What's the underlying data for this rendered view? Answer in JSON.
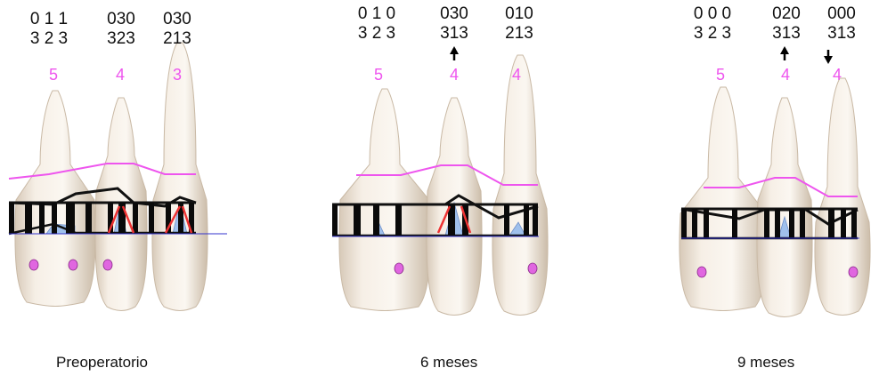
{
  "panels": [
    {
      "caption": "Preoperatorio",
      "codes_top": [
        "0 1 1",
        "030",
        "030"
      ],
      "codes_bottom": [
        "3 2 3",
        "323",
        "213"
      ],
      "tooth_numbers": [
        "5",
        "4",
        "3"
      ],
      "arrows": [
        "none",
        "none",
        "none"
      ]
    },
    {
      "caption": "6 meses",
      "codes_top": [
        "0 1 0",
        "030",
        "010"
      ],
      "codes_bottom": [
        "3 2 3",
        "313",
        "213"
      ],
      "tooth_numbers": [
        "5",
        "4",
        "4"
      ],
      "arrows": [
        "none",
        "up",
        "none"
      ]
    },
    {
      "caption": "9 meses",
      "codes_top": [
        "0 0 0",
        "020",
        "000"
      ],
      "codes_bottom": [
        "3 2 3",
        "313",
        "313"
      ],
      "tooth_numbers": [
        "5",
        "4",
        "4"
      ],
      "arrows": [
        "none",
        "up",
        "down"
      ]
    }
  ],
  "colors": {
    "gum_line": "#ee55ee",
    "tooth_number": "#ee55ee",
    "marker_fill": "#e066e0",
    "red_lines": "#ee3333",
    "blue_fill": "#9fc0ec",
    "baseline": "#3333cc"
  }
}
